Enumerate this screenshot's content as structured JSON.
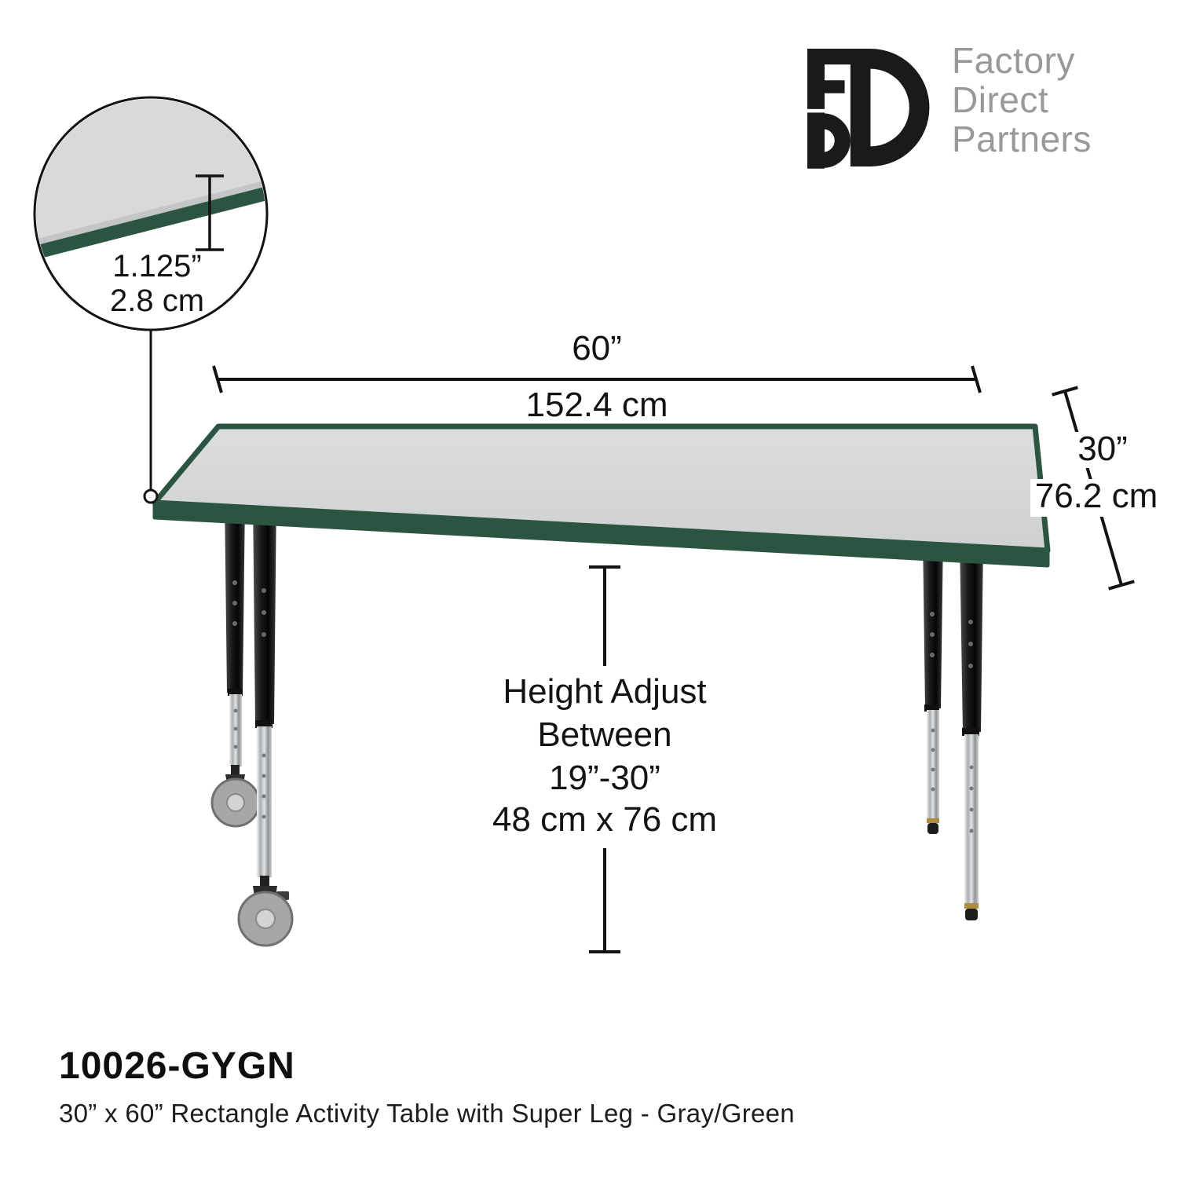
{
  "brand": {
    "monogram": "FDP",
    "name_line1": "Factory",
    "name_line2": "Direct",
    "name_line3": "Partners"
  },
  "callout": {
    "thickness_in": "1.125”",
    "thickness_cm": "2.8 cm"
  },
  "dimensions": {
    "width_in": "60”",
    "width_cm": "152.4 cm",
    "depth_in": "30”",
    "depth_cm": "76.2 cm",
    "height_line1": "Height Adjust",
    "height_line2": "Between",
    "height_line3": "19”-30”",
    "height_line4": "48 cm x 76 cm"
  },
  "product": {
    "sku": "10026-GYGN",
    "description": "30” x 60” Rectangle Activity Table with Super Leg - Gray/Green"
  },
  "colors": {
    "edge_green": "#2b5441",
    "top_gray": "#d8d9da",
    "leg_black": "#1b1b1d",
    "chrome_silver": "#b8bbbd",
    "dimension_black": "#131313",
    "brand_gray": "#97999b"
  }
}
